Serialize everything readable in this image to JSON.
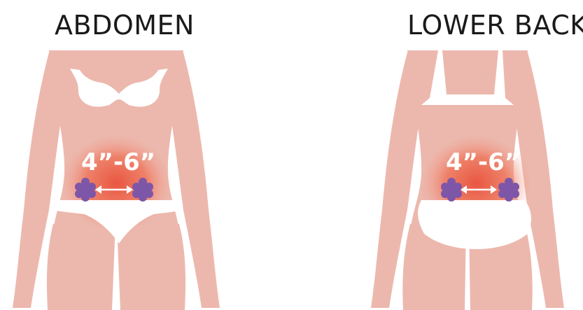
{
  "left_panel": {
    "title": "ABDOMEN",
    "measure_label": "4”-6”"
  },
  "right_panel": {
    "title": "LOWER BACK",
    "measure_label": "4”-6”"
  },
  "icons": {
    "pad": "electrode-pad-icon",
    "arrow": "double-arrow-icon"
  },
  "colors": {
    "skin": "#ecb8ad",
    "garment": "#ffffff",
    "glow": "#e8503a",
    "pad": "#7e56a8"
  }
}
